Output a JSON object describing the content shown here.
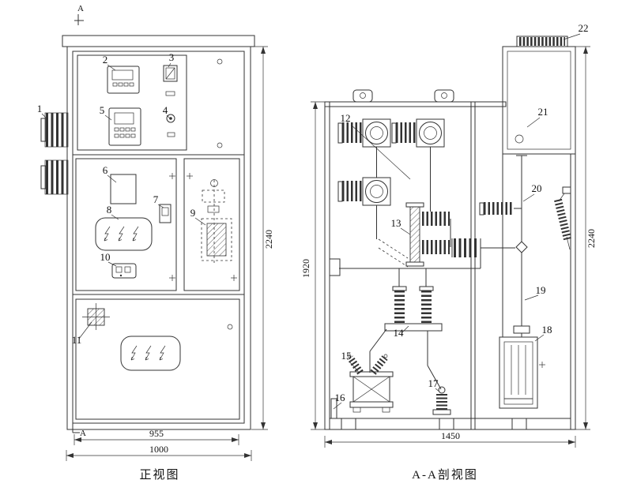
{
  "front_view": {
    "title": "正视图",
    "section_marker_top": "A",
    "section_marker_bottom": "A",
    "dims": {
      "height": "2240",
      "width_inner": "955",
      "width_outer": "1000"
    },
    "parts": [
      "1",
      "2",
      "3",
      "4",
      "5",
      "6",
      "7",
      "8",
      "9",
      "10",
      "11"
    ]
  },
  "section_view": {
    "title": "A-A剖视图",
    "dims": {
      "height_left": "1920",
      "height_right": "2240",
      "width": "1450"
    },
    "parts": [
      "12",
      "13",
      "14",
      "15",
      "16",
      "17",
      "18",
      "19",
      "20",
      "21",
      "22"
    ]
  }
}
